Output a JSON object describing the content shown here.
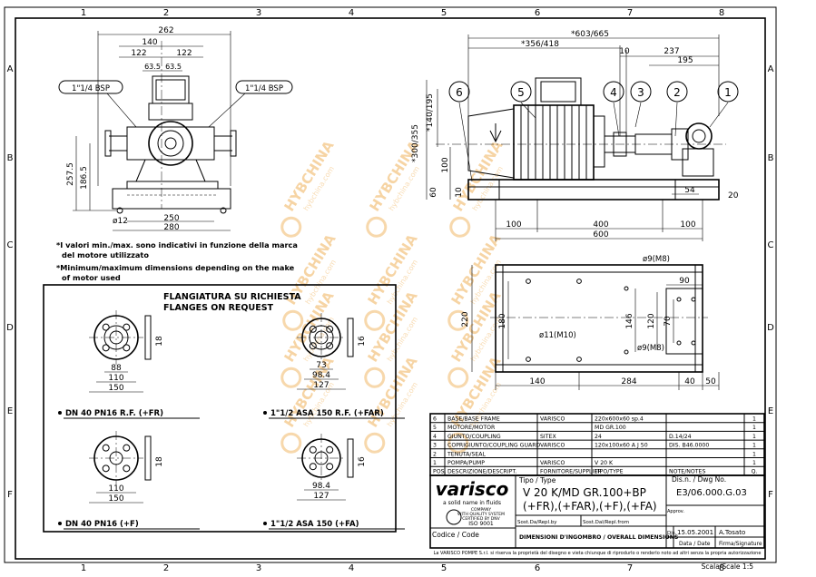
{
  "sheet": {
    "grid_columns": [
      "1",
      "2",
      "3",
      "4",
      "5",
      "6",
      "7",
      "8"
    ],
    "grid_rows": [
      "A",
      "B",
      "C",
      "D",
      "E",
      "F"
    ],
    "scale_label": "Scala/Scale 1:5",
    "copyright_note": "La VARISCO POMPE S.r.l. si riserva la proprietà del disegno e vieta chiunque di riprodurlo o renderlo noto ad altri senza la propria autorizzazione"
  },
  "front_view": {
    "dims": [
      "262",
      "140",
      "122",
      "122",
      "63.5",
      "63.5",
      "257.5",
      "186.5",
      "ø12",
      "250",
      "280"
    ],
    "bsp_left": "1\"1/4 BSP",
    "bsp_right": "1\"1/4 BSP"
  },
  "side_view": {
    "dims_top": [
      "*603/665",
      "*356/418",
      "10",
      "237",
      "195"
    ],
    "dims_left": [
      "*300/355",
      "*140/195",
      "100",
      "60",
      "10"
    ],
    "dims_bottom": [
      "100",
      "400",
      "100",
      "600"
    ],
    "dims_right": [
      "54",
      "20"
    ],
    "balloons": [
      "6",
      "5",
      "4",
      "3",
      "2",
      "1"
    ]
  },
  "notes": {
    "italian_1": "*I valori min./max. sono indicativi in funzione della marca",
    "italian_2": "del motore utilizzato",
    "english_1": "*Minimum/maximum dimensions depending on the make",
    "english_2": "of motor used"
  },
  "flanges": {
    "title_it": "FLANGIATURA SU RICHIESTA",
    "title_en": "FLANGES ON REQUEST",
    "items": [
      {
        "caption": "DN 40 PN16 R.F. (+FR)",
        "d1": "88",
        "d2": "110",
        "d3": "150",
        "side": "18"
      },
      {
        "caption": "1\"1/2 ASA 150 R.F. (+FAR)",
        "d1": "73",
        "d2": "98.4",
        "d3": "127",
        "side": "16"
      },
      {
        "caption": "DN 40 PN16 (+F)",
        "d2": "110",
        "d3": "150",
        "side": "18"
      },
      {
        "caption": "1\"1/2 ASA 150 (+FA)",
        "d2": "98.4",
        "d3": "127",
        "side": "16"
      }
    ]
  },
  "plan_view": {
    "dims": [
      "ø9(M8)",
      "90",
      "220",
      "180",
      "146",
      "120",
      "70",
      "ø11(M10)",
      "ø9(M8)",
      "140",
      "284",
      "40",
      "50"
    ]
  },
  "parts_list": {
    "rows": [
      {
        "pos": "6",
        "desc": "BASE/BASE FRAME",
        "supplier": "VARISCO",
        "type": "220x600x60 sp.4",
        "notes": "",
        "qty": "1"
      },
      {
        "pos": "5",
        "desc": "MOTORE/MOTOR",
        "supplier": "",
        "type": "MD GR.100",
        "notes": "",
        "qty": "1"
      },
      {
        "pos": "4",
        "desc": "GIUNTO/COUPLING",
        "supplier": "SITEX",
        "type": "24",
        "notes": "D.14/24",
        "qty": "1"
      },
      {
        "pos": "3",
        "desc": "COPRIGIUNTO/COUPLING GUARD",
        "supplier": "VARISCO",
        "type": "120x100x60 A J 50",
        "notes": "DIS. B46.0000",
        "qty": "1"
      },
      {
        "pos": "2",
        "desc": "TENUTA/SEAL",
        "supplier": "",
        "type": "",
        "notes": "",
        "qty": "1"
      },
      {
        "pos": "1",
        "desc": "POMPA/PUMP",
        "supplier": "VARISCO",
        "type": "V 20 K",
        "notes": "",
        "qty": "1"
      }
    ],
    "headers": {
      "pos": "POS.",
      "desc": "DESCRIZIONE/DESCRIPT.",
      "supplier": "FORNITORE/SUPPLIER",
      "type": "TIPO/TYPE",
      "notes": "NOTE/NOTES",
      "qty": "Q."
    }
  },
  "title_block": {
    "logo": "varisco",
    "tagline": "a solid name in fluids",
    "company_1": "COMPANY",
    "company_2": "WITH QUALITY SYSTEM",
    "company_3": "CERTIFIED BY DNV",
    "iso": "ISO 9001",
    "type_label": "Tipo / Type",
    "type_line1": "V 20 K/MD GR.100+BP",
    "type_line2": "(+FR),(+FAR),(+F),(+FA)",
    "dwg_label": "Dis.n. / Dwg No.",
    "dwg_no": "E3/06.000.G.03",
    "approv": "Approv.",
    "sost_by": "Sost.Da/Repl.by",
    "sost_from": "Sost.Dal/Repl.from",
    "dis_label": "Dis.",
    "date": "15.05.2001",
    "drawn_by": "A.Tosato",
    "date_label": "Data / Date",
    "sign_label": "Firma/Signature",
    "code_label": "Codice / Code",
    "drawing_title": "DIMENSIONI D'INGOMBRO / OVERALL DIMENSIONS"
  },
  "watermark": {
    "text": "HYBCHINA",
    "url": "hybchina.com"
  }
}
